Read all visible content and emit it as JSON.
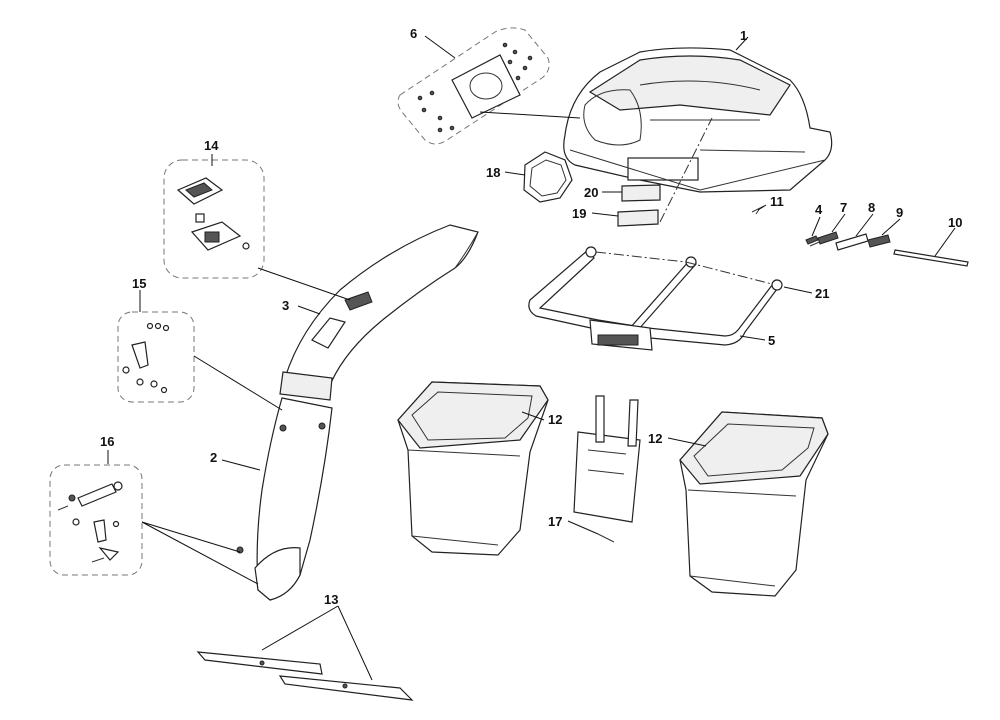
{
  "callouts": {
    "c1": "1",
    "c2": "2",
    "c3": "3",
    "c4": "4",
    "c5": "5",
    "c6": "6",
    "c7": "7",
    "c8": "8",
    "c9": "9",
    "c10": "10",
    "c11": "11",
    "c12a": "12",
    "c12b": "12",
    "c13": "13",
    "c14": "14",
    "c15": "15",
    "c16": "16",
    "c17": "17",
    "c18": "18",
    "c19": "19",
    "c20": "20",
    "c21": "21"
  }
}
